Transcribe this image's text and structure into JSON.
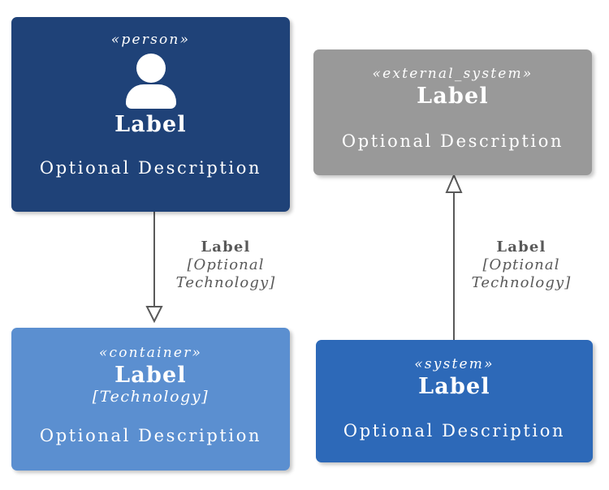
{
  "diagram": {
    "type": "c4-architecture-legend",
    "background": "#ffffff",
    "nodes": [
      {
        "id": "person",
        "stereotype": "«person»",
        "label": "Label",
        "technology": null,
        "description": "Optional Description",
        "icon": "person-icon",
        "color": "#1f4278"
      },
      {
        "id": "external_system",
        "stereotype": "«external_system»",
        "label": "Label",
        "technology": null,
        "description": "Optional Description",
        "icon": null,
        "color": "#999999"
      },
      {
        "id": "container",
        "stereotype": "«container»",
        "label": "Label",
        "technology": "[Technology]",
        "description": "Optional Description",
        "icon": null,
        "color": "#5b8fd0"
      },
      {
        "id": "system",
        "stereotype": "«system»",
        "label": "Label",
        "technology": null,
        "description": "Optional Description",
        "icon": null,
        "color": "#2d69b8"
      }
    ],
    "edges": [
      {
        "id": "person-to-container",
        "from": "person",
        "to": "container",
        "label": "Label",
        "technology": "[Optional Technology]",
        "arrow": "hollow-triangle",
        "direction": "down",
        "color": "#595959"
      },
      {
        "id": "system-to-external-system",
        "from": "system",
        "to": "external_system",
        "label": "Label",
        "technology": "[Optional Technology]",
        "arrow": "hollow-triangle",
        "direction": "up",
        "color": "#595959"
      }
    ]
  }
}
